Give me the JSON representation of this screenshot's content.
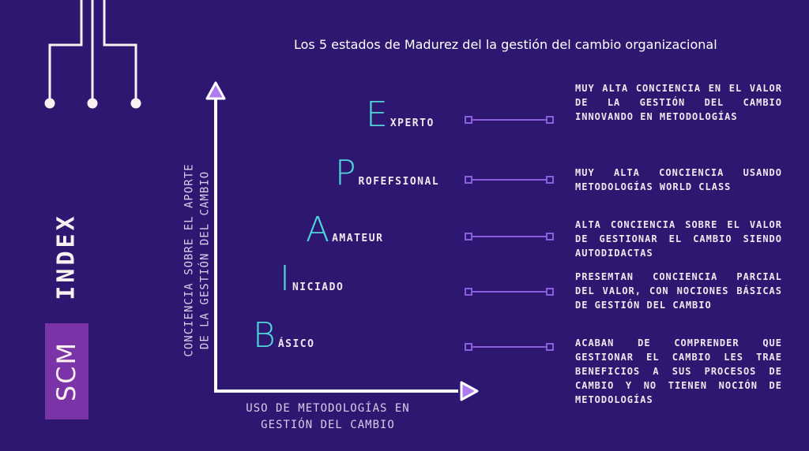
{
  "title": "Los 5 estados de Madurez del la gestión del cambio organizacional",
  "brand": {
    "scm": "SCM",
    "index": "INDEX",
    "box_color": "#7a34a8"
  },
  "axes": {
    "y_label_line1": "CONCIENCIA SOBRE EL APORTE",
    "y_label_line2": "DE LA GESTIÓN DEL CAMBIO",
    "x_label_line1": "USO DE METODOLOGÍAS EN",
    "x_label_line2": "GESTIÓN DEL CAMBIO"
  },
  "colors": {
    "background": "#2e1770",
    "accent_letter": "#4fd4dc",
    "connector": "#8a5ce0",
    "text": "#f1e6ee"
  },
  "levels": [
    {
      "initial": "E",
      "rest": "XPERTO",
      "description": "MUY ALTA CONCIENCIA EN EL VALOR DE LA GESTIÓN DEL CAMBIO INNOVANDO EN METODOLOGÍAS"
    },
    {
      "initial": "P",
      "rest": "ROFEFSIONAL",
      "description": "MUY ALTA CONCIENCIA USANDO METODOLOGÍAS WORLD CLASS"
    },
    {
      "initial": "A",
      "rest": "AMATEUR",
      "description": "ALTA CONCIENCIA SOBRE EL VALOR DE GESTIONAR EL CAMBIO SIENDO AUTODIDACTAS"
    },
    {
      "initial": "I",
      "rest": "NICIADO",
      "description": "PRESEMTAN CONCIENCIA PARCIAL DEL VALOR, CON NOCIONES BÁSICAS DE GESTIÓN DEL CAMBIO"
    },
    {
      "initial": "B",
      "rest": "ÁSICO",
      "description": "ACABAN DE COMPRENDER QUE GESTIONAR EL CAMBIO LES TRAE BENEFICIOS A SUS PROCESOS DE CAMBIO Y NO TIENEN NOCIÓN DE METODOLOGÍAS"
    }
  ]
}
